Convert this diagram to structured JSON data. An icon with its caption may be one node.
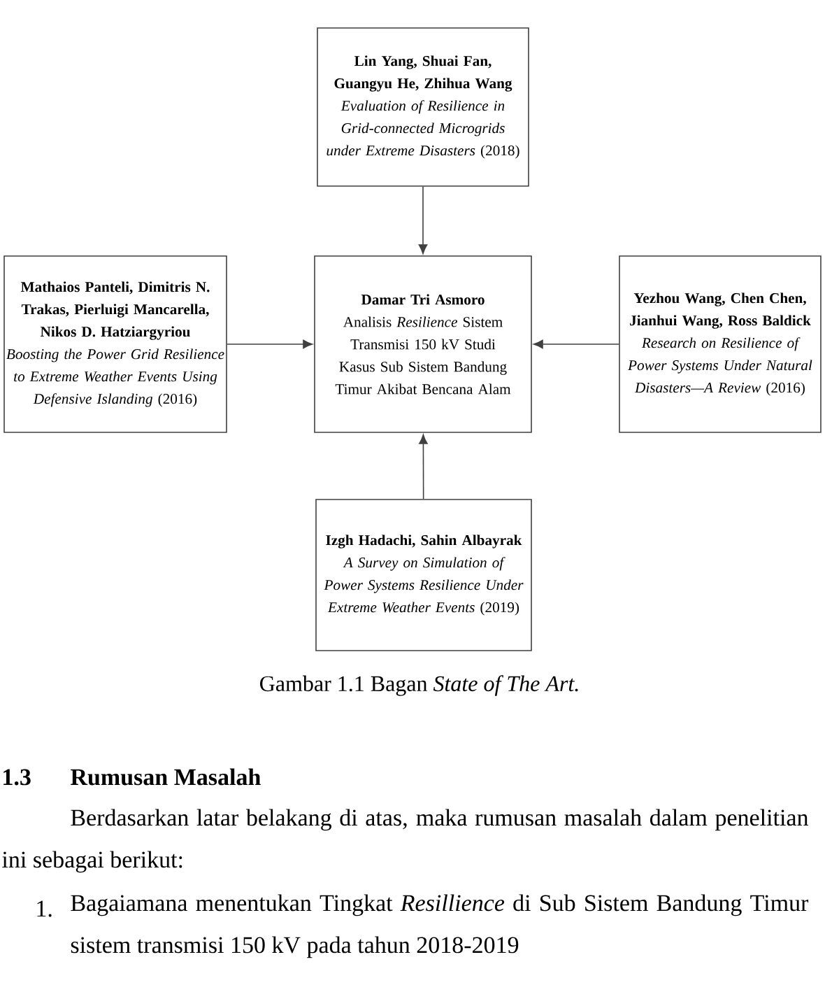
{
  "diagram": {
    "caption": "Gambar 1.1 Bagan *State of The Art.*",
    "nodes": [
      {
        "text": [
          "Lin Yang, Shuai Fan, Guangyu He, Zhihua Wang",
          "*Evaluation of Resilience in Grid-connected Microgrids under Extreme Disasters* (2018)"
        ]
      },
      {
        "text": [
          "Mathaios Panteli, Dimitris N. Trakas, Pierluigi Mancarella, Nikos D. Hatziargyriou",
          "*Boosting the Power Grid Resilience to Extreme Weather Events Using Defensive Islanding* (2016)"
        ]
      },
      {
        "text": [
          "Damar Tri Asmoro",
          "Analisis *Resilience* Sistem Transmisi 150 kV Studi Kasus Sub Sistem Bandung Timur Akibat Bencana Alam"
        ]
      },
      {
        "text": [
          "Yezhou Wang, Chen Chen, Jianhui Wang, Ross Baldick",
          "*Research on Resilience of Power Systems Under Natural Disasters—A Review* (2016)"
        ]
      },
      {
        "text": [
          "Izgh Hadachi, Sahin Albayrak",
          "*A Survey on Simulation of Power Systems Resilience Under Extreme Weather Events* (2019)"
        ]
      }
    ],
    "edges": [
      {
        "from": 0,
        "to": 2,
        "arrow": "to"
      },
      {
        "from": 1,
        "to": 2,
        "arrow": "to"
      },
      {
        "from": 3,
        "to": 2,
        "arrow": "to"
      },
      {
        "from": 4,
        "to": 2,
        "arrow": "to"
      }
    ],
    "labels": [
      "1.3",
      "Rumusan Masalah",
      "Berdasarkan latar belakang di atas, maka rumusan masalah dalam penelitian ini sebagai berikut:",
      "1.",
      "Bagaiamana menentukan Tingkat *Resillience* di Sub Sistem Bandung Timur sistem transmisi 150 kV pada tahun 2018-2019"
    ]
  }
}
